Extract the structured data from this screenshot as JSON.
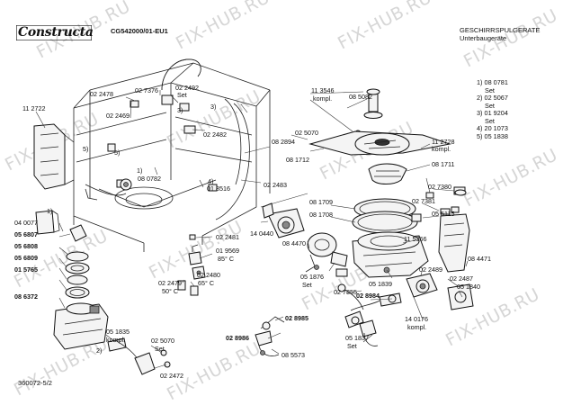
{
  "header": {
    "brand": "Constructa",
    "model": "CG542000/01-EU1",
    "title_line1": "GESCHIRRSPULGERATE",
    "title_line2": "Unterbaugeräte"
  },
  "footer": {
    "doc_id": "360072-5/2"
  },
  "watermark": "FIX-HUB.RU",
  "legend": [
    {
      "index": "1)",
      "part": "08 0781",
      "note": "Set"
    },
    {
      "index": "2)",
      "part": "02 5067",
      "note": "Set"
    },
    {
      "index": "3)",
      "part": "01 9204",
      "note": "Set"
    },
    {
      "index": "4)",
      "part": "20 1073",
      "note": ""
    },
    {
      "index": "5)",
      "part": "05 1838",
      "note": ""
    }
  ],
  "part_labels": {
    "p112722": "11 2722",
    "p022478": "02 2478",
    "p027376": "02 7376",
    "p022492": "02 2492",
    "p022492set": "Set",
    "p022469": "02 2469",
    "p3a": "3)",
    "p3b": "3)",
    "p4": "4)",
    "p5a": "5)",
    "p5b": "5)",
    "p1": "1)",
    "p2": "2)",
    "p022482": "02 2482",
    "p082894": "08 2894",
    "p080782": "08 0782",
    "p018516": "01 8516",
    "p022483": "02 2483",
    "p040077": "04 0077",
    "p056807": "05 6807",
    "p056808": "05 6808",
    "p056809": "05 6809",
    "p015765": "01 5765",
    "p086372": "08 6372",
    "p022481": "02 2481",
    "p019569": "01 9569",
    "p019569t": "85° C",
    "p022479": "02 2479",
    "p022479t": "50° C",
    "p022480": "02 2480",
    "p022480t": "65° C",
    "p051835": "05 1835",
    "p051835k": "kompl.",
    "p025070b": "02 5070",
    "p025070bset": "Set",
    "p022472": "02 2472",
    "p113546": "11 3546",
    "p113546k": "kompl.",
    "p085082": "08 5082",
    "p025070": "02 5070",
    "p081712": "08 1712",
    "p112728": "11 2728",
    "p112728k": "kompl.",
    "p081711": "08 1711",
    "p027380": "02 7380",
    "p081709": "08 1709",
    "p081708": "08 1708",
    "p027381": "02 7381",
    "p055115": "05 5115",
    "p140440": "14 0440",
    "p084470": "08 4470",
    "p115366": "11 5366",
    "p084471": "08 4471",
    "p051876": "05 1876",
    "p051876set": "Set",
    "p051839": "05 1839",
    "p022489": "02 2489",
    "p022487": "02 2487",
    "p051840": "05 1840",
    "p027855": "02 7855",
    "p028984": "02 8984",
    "p140176": "14 0176",
    "p140176k": "kompl.",
    "p051837": "05 1837",
    "p051837set": "Set",
    "p028985": "02 8985",
    "p028986": "02 8986",
    "p085573": "08 5573"
  }
}
